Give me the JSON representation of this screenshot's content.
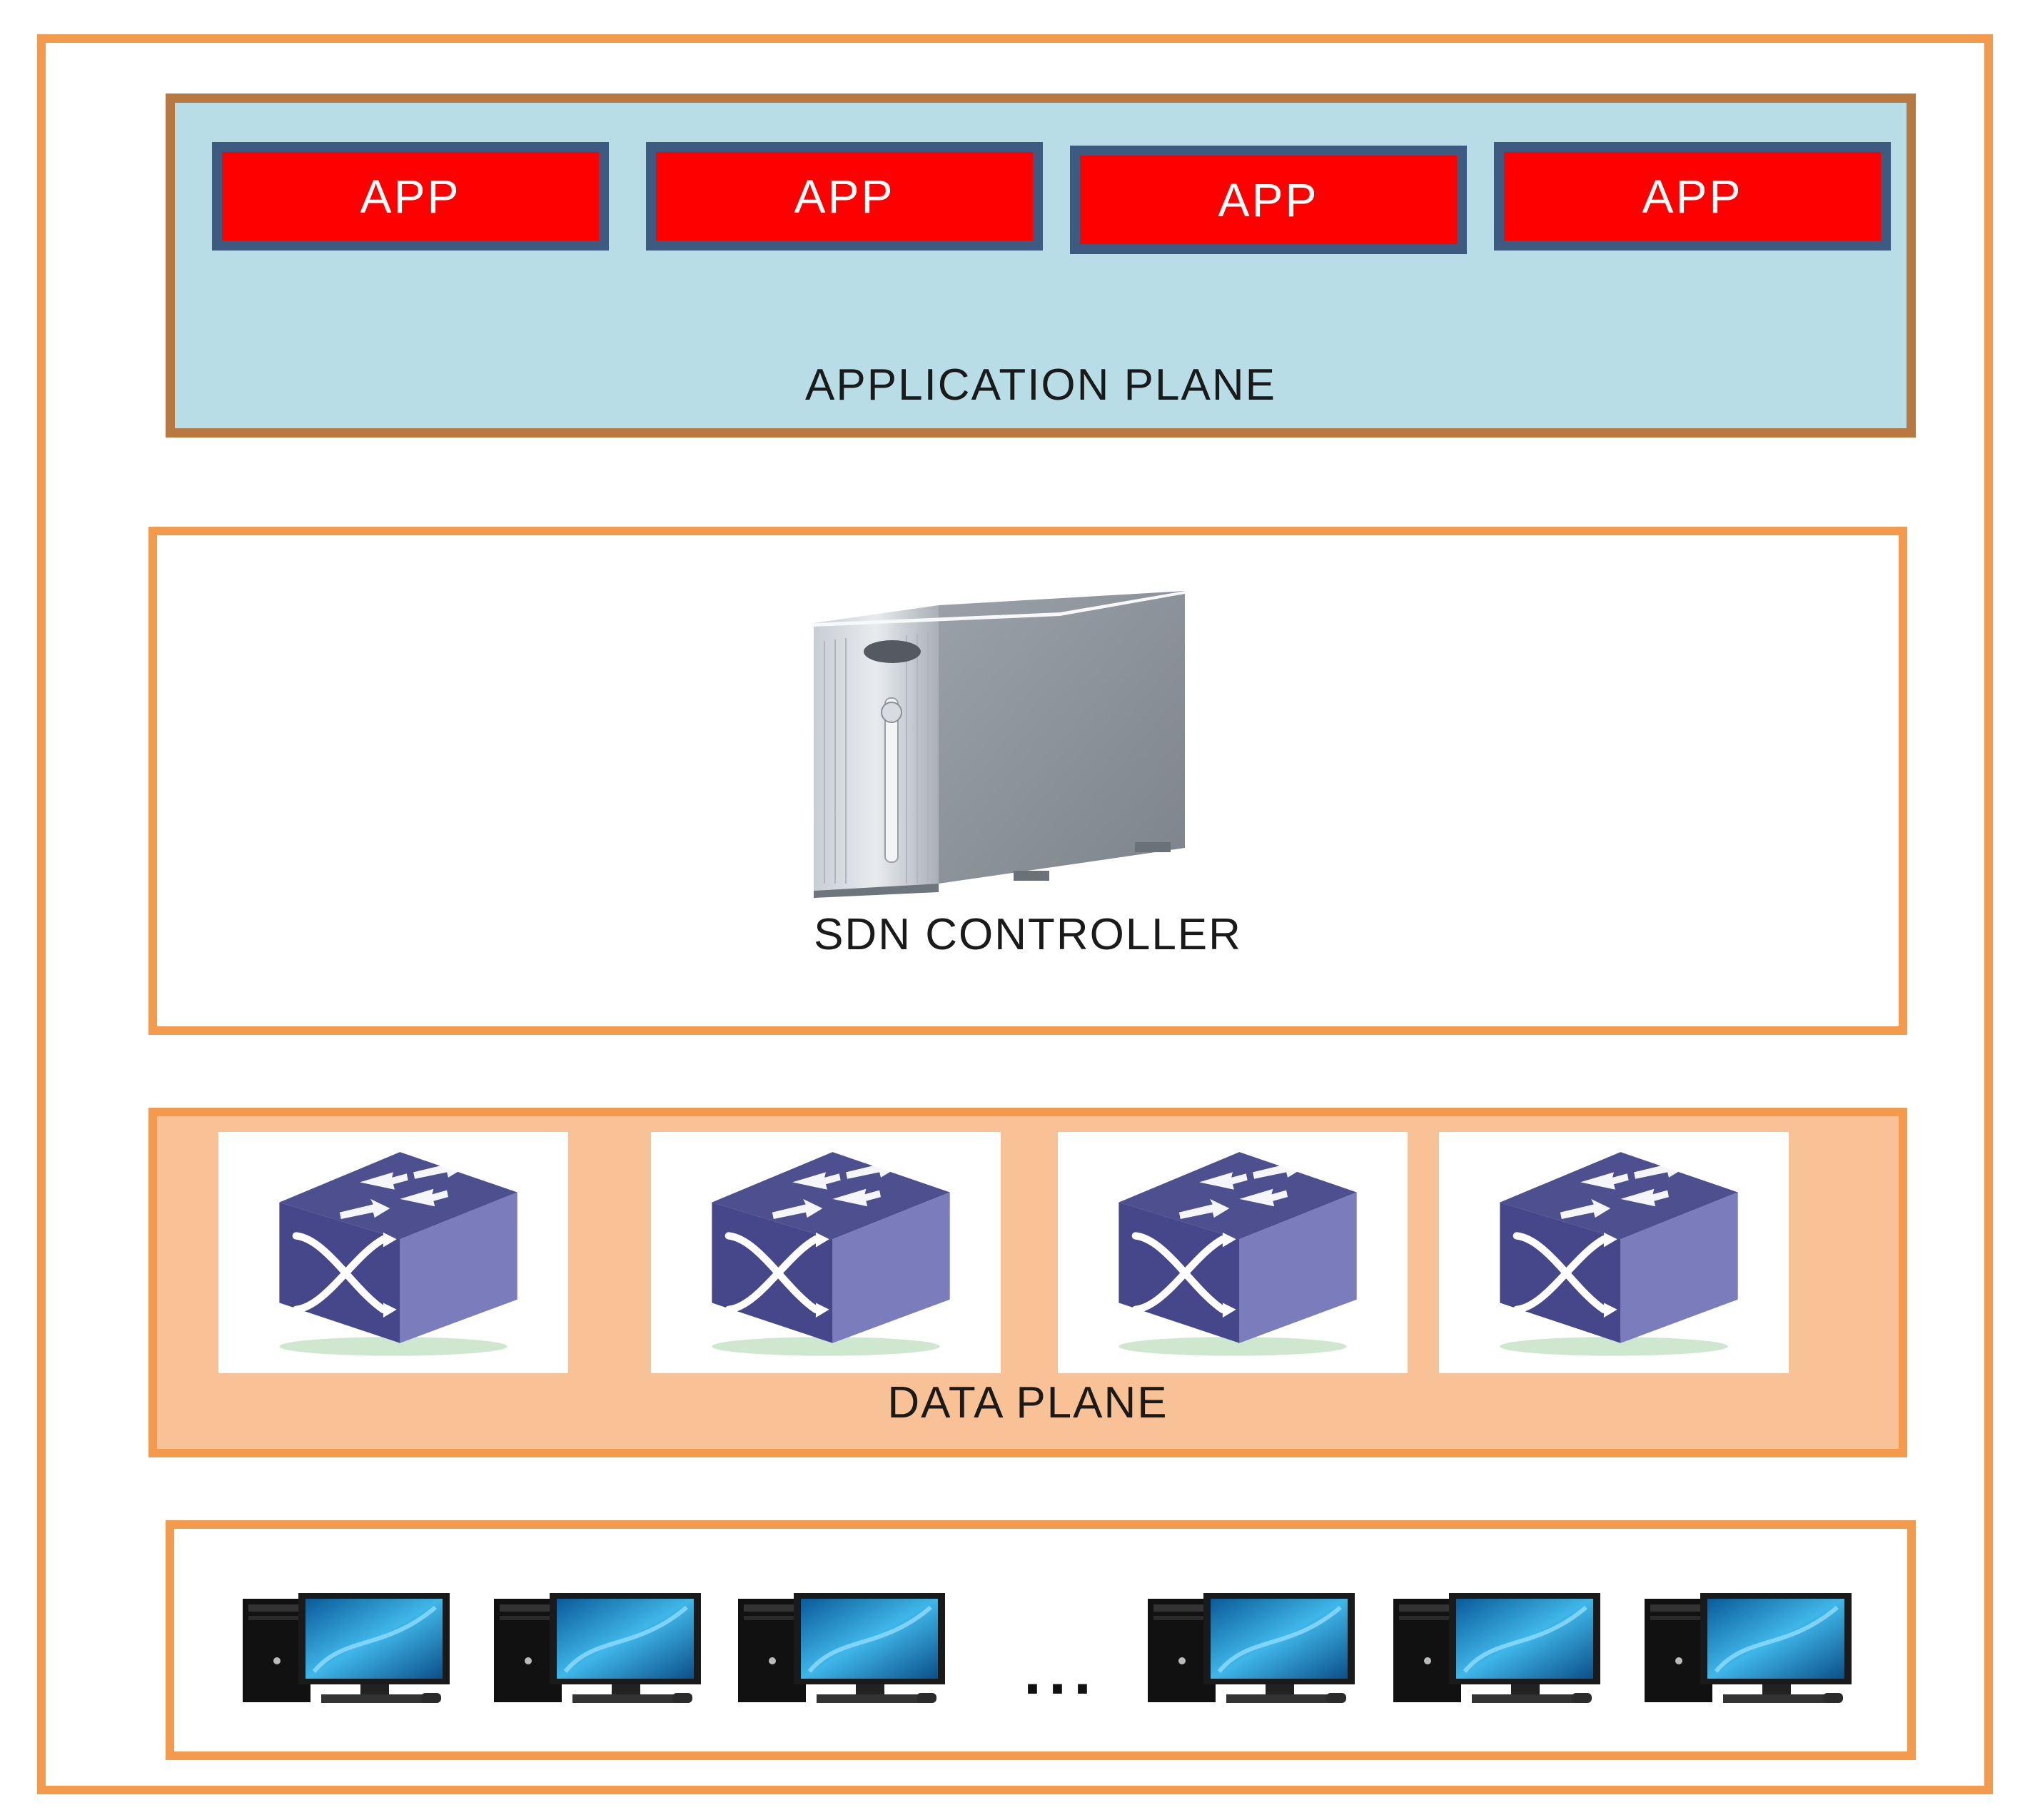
{
  "application_plane": {
    "label": "APPLICATION PLANE",
    "apps": [
      {
        "label": "APP"
      },
      {
        "label": "APP"
      },
      {
        "label": "APP"
      },
      {
        "label": "APP"
      }
    ]
  },
  "control_plane": {
    "label": "SDN CONTROLLER",
    "icon": "server-tower-icon"
  },
  "data_plane": {
    "label": "DATA PLANE",
    "switches": [
      {
        "icon": "network-switch-icon"
      },
      {
        "icon": "network-switch-icon"
      },
      {
        "icon": "network-switch-icon"
      },
      {
        "icon": "network-switch-icon"
      }
    ]
  },
  "hosts": {
    "ellipsis": "...",
    "icon": "desktop-computer-icon"
  },
  "colors": {
    "frame_orange": "#f39a4c",
    "app_red": "#ff0000",
    "app_plane_blue": "#b8dde6",
    "data_plane_peach": "#f9c196",
    "switch_purple": "#5a5d9e"
  }
}
